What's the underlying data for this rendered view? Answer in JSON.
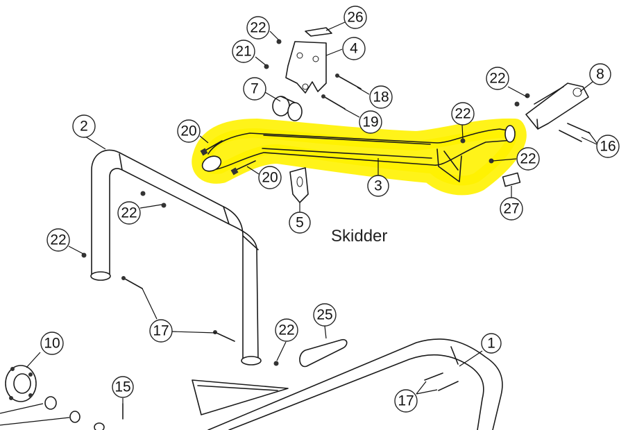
{
  "diagram": {
    "title": "Skidder",
    "highlight_color": "#fff200",
    "callouts": [
      {
        "id": "c26",
        "label": "26"
      },
      {
        "id": "c22a",
        "label": "22"
      },
      {
        "id": "c4",
        "label": "4"
      },
      {
        "id": "c21",
        "label": "21"
      },
      {
        "id": "c7",
        "label": "7"
      },
      {
        "id": "c18",
        "label": "18"
      },
      {
        "id": "c19",
        "label": "19"
      },
      {
        "id": "c2",
        "label": "2"
      },
      {
        "id": "c20a",
        "label": "20"
      },
      {
        "id": "c20b",
        "label": "20"
      },
      {
        "id": "c3",
        "label": "3"
      },
      {
        "id": "c22b",
        "label": "22"
      },
      {
        "id": "c22c",
        "label": "22"
      },
      {
        "id": "c8",
        "label": "8"
      },
      {
        "id": "c16",
        "label": "16"
      },
      {
        "id": "c22d",
        "label": "22"
      },
      {
        "id": "c27",
        "label": "27"
      },
      {
        "id": "c22e",
        "label": "22"
      },
      {
        "id": "c5",
        "label": "5"
      },
      {
        "id": "c22f",
        "label": "22"
      },
      {
        "id": "c17a",
        "label": "17"
      },
      {
        "id": "c22g",
        "label": "22"
      },
      {
        "id": "c25",
        "label": "25"
      },
      {
        "id": "c10",
        "label": "10"
      },
      {
        "id": "c1",
        "label": "1"
      },
      {
        "id": "c15",
        "label": "15"
      },
      {
        "id": "c17b",
        "label": "17"
      }
    ]
  }
}
